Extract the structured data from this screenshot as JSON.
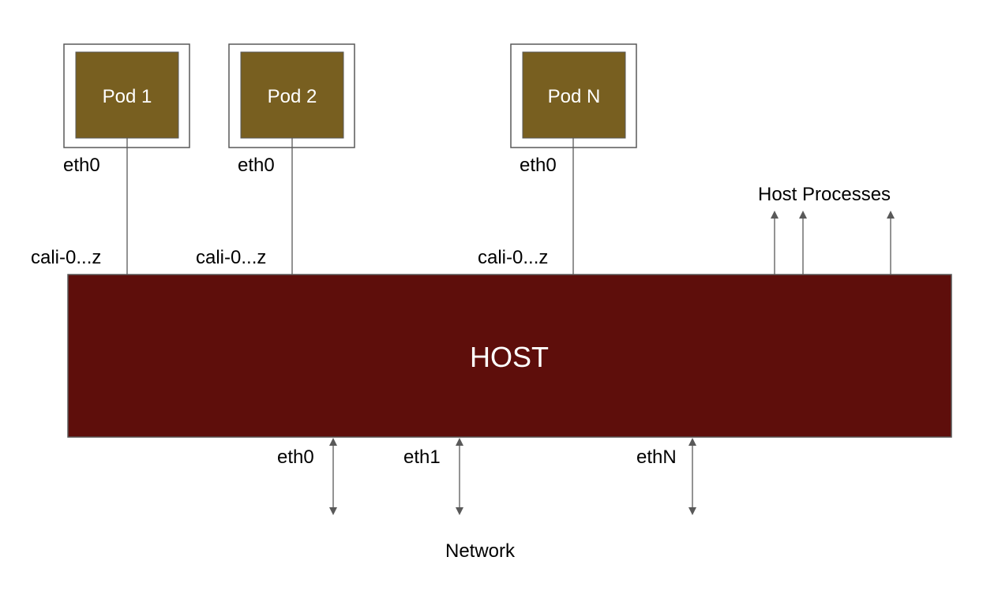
{
  "colors": {
    "pod_fill": "#785f20",
    "pod_frame": "#595959",
    "host_fill": "#5e0e0b",
    "line": "#595959",
    "arrow": "#595959",
    "text": "#000000",
    "text_on_dark": "#ffffff"
  },
  "pods": [
    {
      "label": "Pod 1",
      "pod_iface": "eth0",
      "host_iface": "cali-0...z"
    },
    {
      "label": "Pod 2",
      "pod_iface": "eth0",
      "host_iface": "cali-0...z"
    },
    {
      "label": "Pod N",
      "pod_iface": "eth0",
      "host_iface": "cali-0...z"
    }
  ],
  "host": {
    "label": "HOST"
  },
  "host_processes": {
    "label": "Host Processes",
    "arrow_count": 3
  },
  "network": {
    "label": "Network",
    "interfaces": [
      "eth0",
      "eth1",
      "ethN"
    ]
  }
}
